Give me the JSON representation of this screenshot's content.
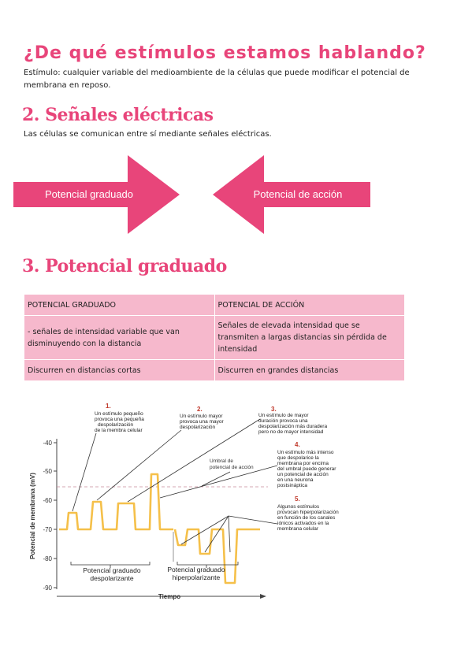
{
  "section1": {
    "heading": "¿De qué estímulos estamos hablando?",
    "text": "Estímulo: cualquier variable del medioambiente de la células que puede modificar el potencial de membrana en reposo."
  },
  "section2": {
    "heading": "2. Señales eléctricas",
    "text": "Las células se comunican entre sí mediante señales eléctricas.",
    "arrow_right_label": "Potencial graduado",
    "arrow_left_label": "Potencial de acción",
    "arrow_color": "#e8457a"
  },
  "section3": {
    "heading": "3. Potencial graduado",
    "table": {
      "headers": [
        "POTENCIAL GRADUADO",
        "POTENCIAL DE ACCIÓN"
      ],
      "rows": [
        [
          "- señales de intensidad variable que van disminuyendo con la distancia",
          "Señales de elevada intensidad que se transmiten a largas distancias sin pérdida de intensidad"
        ],
        [
          "Discurren en distancias cortas",
          "Discurren en grandes distancias"
        ]
      ]
    }
  },
  "figure": {
    "ylabel": "Potencial de membrana (mV)",
    "xlabel": "Tiempo",
    "yticks": [
      "-40",
      "-50",
      "-60",
      "-70",
      "-80",
      "-90"
    ],
    "threshold_label": [
      "Umbral de",
      "potencial de acción"
    ],
    "bracket_left": [
      "Potencial graduado",
      "despolarizante"
    ],
    "bracket_right": [
      "Potencial graduado",
      "hiperpolarizante"
    ],
    "annotations": [
      {
        "num": "1.",
        "lines": [
          "Un estímulo pequeño",
          "provoca una pequeña",
          "despolarización",
          "de la membra celular"
        ]
      },
      {
        "num": "2.",
        "lines": [
          "Un estímulo mayor",
          "provoca una mayor",
          "despolarización"
        ]
      },
      {
        "num": "3.",
        "lines": [
          "Un estímulo de mayor",
          "duración provoca una",
          "despolarización más duradera",
          "pero no de mayor intensidad"
        ]
      },
      {
        "num": "4.",
        "lines": [
          "Un estímulo más intenso",
          "que despolarice la",
          "membrana por encima",
          "del umbral puede generar",
          "un potencial de acción",
          "en una neurona",
          "postsináptica"
        ]
      },
      {
        "num": "5.",
        "lines": [
          "Algunos estímulos",
          "provocan hiperpolarización",
          "en función de los canales",
          "iónicos activados en la",
          "membrana celular"
        ]
      }
    ],
    "trace_color": "#f5c04a",
    "accent_color": "#c0392b"
  }
}
